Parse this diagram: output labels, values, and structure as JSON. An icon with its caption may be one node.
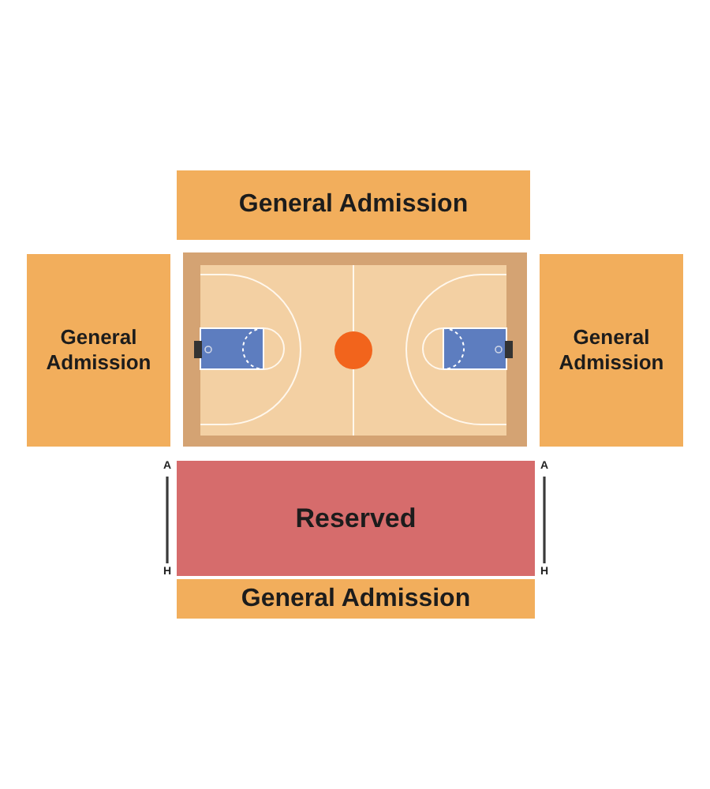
{
  "diagram": {
    "nodes": [
      {
        "text": [
          "General Admission"
        ]
      },
      {
        "text": [
          "General Admission"
        ]
      },
      {
        "text": [
          "General Admission"
        ]
      },
      {
        "text": [
          "Reserved"
        ]
      },
      {
        "text": [
          "General Admission"
        ]
      }
    ],
    "labels": [
      "A",
      "A",
      "H",
      "H"
    ]
  }
}
